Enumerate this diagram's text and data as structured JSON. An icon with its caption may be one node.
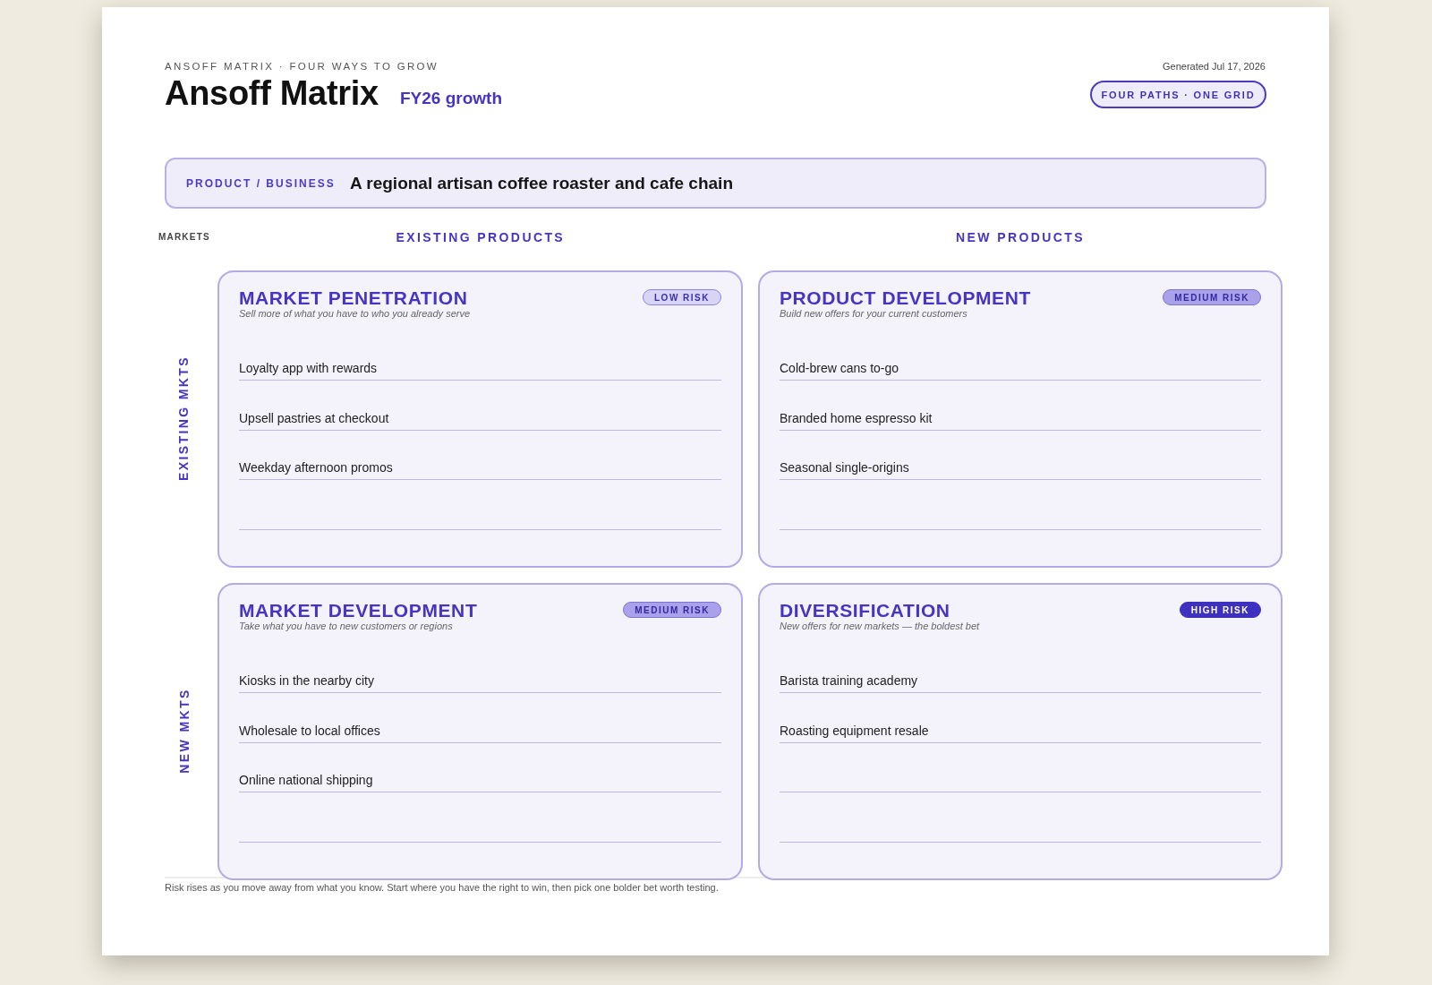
{
  "diagram": {
    "title": "Ansoff Matrix",
    "nodes": [
      {
        "text": [
          "FOUR PATHS · ONE GRID"
        ]
      },
      {
        "text": [
          "PRODUCT / BUSINESS",
          "A regional artisan coffee roaster and cafe chain"
        ]
      },
      {
        "text": [
          "MARKET PENETRATION",
          "Sell more of what you have to who you already serve",
          "Loyalty app with rewards",
          "Upsell pastries at checkout",
          "Weekday afternoon promos"
        ]
      },
      {
        "text": [
          "LOW RISK"
        ],
        "in": 2
      },
      {
        "text": [
          "PRODUCT DEVELOPMENT",
          "Build new offers for your current customers",
          "Cold-brew cans to-go",
          "Branded home espresso kit",
          "Seasonal single-origins"
        ]
      },
      {
        "text": [
          "MEDIUM RISK"
        ],
        "in": 4
      },
      {
        "text": [
          "MARKET DEVELOPMENT",
          "Take what you have to new customers or regions",
          "Kiosks in the nearby city",
          "Wholesale to local offices",
          "Online national shipping"
        ]
      },
      {
        "text": [
          "MEDIUM RISK"
        ],
        "in": 6
      },
      {
        "text": [
          "DIVERSIFICATION",
          "New offers for new markets — the boldest bet",
          "Barista training academy",
          "Roasting equipment resale"
        ]
      },
      {
        "text": [
          "HIGH RISK"
        ],
        "in": 8
      }
    ],
    "labels": [
      "ANSOFF MATRIX · FOUR WAYS TO GROW",
      "FY26 growth",
      "Generated Jul 17, 2026",
      "MARKETS",
      "EXISTING PRODUCTS",
      "NEW PRODUCTS",
      "EXISTING MKTS",
      "NEW MKTS",
      "Risk rises as you move away from what you know. Start where you have the right to win, then pick one bolder bet worth testing."
    ]
  }
}
